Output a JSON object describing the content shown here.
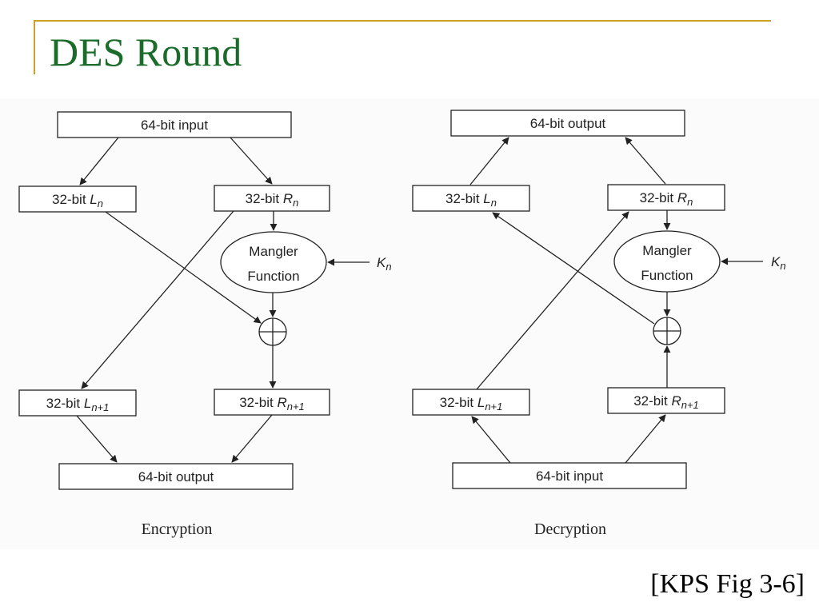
{
  "slide": {
    "title": "DES Round",
    "citation": "[KPS Fig 3-6]"
  },
  "encryption": {
    "caption": "Encryption",
    "input_label": "64-bit input",
    "output_label": "64-bit output",
    "ln_prefix": "32-bit ",
    "ln_var": "L",
    "ln_sub": "n",
    "rn_prefix": "32-bit ",
    "rn_var": "R",
    "rn_sub": "n",
    "ln1_prefix": "32-bit ",
    "ln1_var": "L",
    "ln1_sub": "n+1",
    "rn1_prefix": "32-bit ",
    "rn1_var": "R",
    "rn1_sub": "n+1",
    "mangler_line1": "Mangler",
    "mangler_line2": "Function",
    "key_var": "K",
    "key_sub": "n",
    "xor_symbol": "⊕"
  },
  "decryption": {
    "caption": "Decryption",
    "output_label": "64-bit output",
    "input_label": "64-bit input",
    "ln_prefix": "32-bit ",
    "ln_var": "L",
    "ln_sub": "n",
    "rn_prefix": "32-bit ",
    "rn_var": "R",
    "rn_sub": "n",
    "ln1_prefix": "32-bit ",
    "ln1_var": "L",
    "ln1_sub": "n+1",
    "rn1_prefix": "32-bit ",
    "rn1_var": "R",
    "rn1_sub": "n+1",
    "mangler_line1": "Mangler",
    "mangler_line2": "Function",
    "key_var": "K",
    "key_sub": "n",
    "xor_symbol": "⊕"
  },
  "colors": {
    "title": "#1b6b2a",
    "accent_rule": "#c9a227",
    "ink": "#222222"
  }
}
